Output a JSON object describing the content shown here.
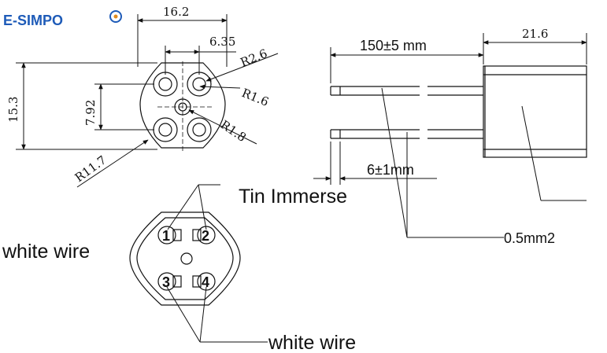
{
  "brand": {
    "logo_text": "E-SIMPO",
    "primary_color": "#1e5bb8",
    "accent_color": "#e08a1e"
  },
  "dimensions": {
    "width_top": "16.2",
    "pin_spacing_h": "6.35",
    "radius_pin": "R2.6",
    "radius_inner": "R1.6",
    "radius_center": "R1.8",
    "height_total": "15.3",
    "pin_spacing_v": "7.92",
    "radius_outer": "R11.7",
    "wire_length": "150±5 mm",
    "body_length": "21.6",
    "tin_length": "6±1mm",
    "wire_gauge": "0.5mm2"
  },
  "labels": {
    "tin_immerse": "Tin Immerse",
    "white_wire_top": "white wire",
    "white_wire_bottom": "white wire"
  },
  "pins": [
    "1",
    "2",
    "3",
    "4"
  ]
}
